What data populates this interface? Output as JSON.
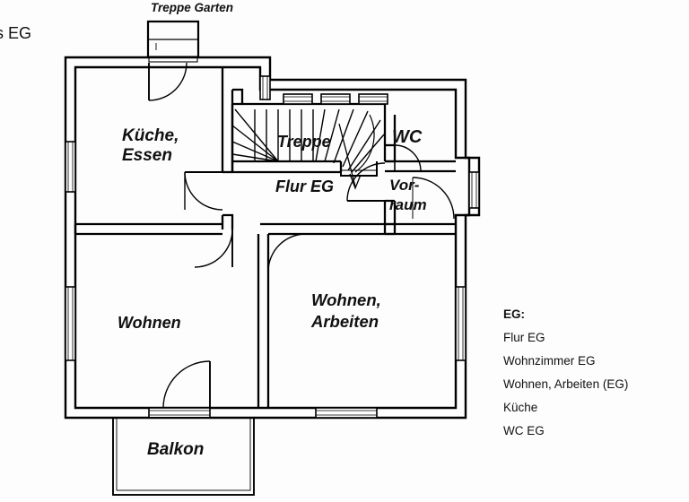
{
  "document": {
    "title": "iss EG",
    "type": "floor-plan",
    "floor": "EG"
  },
  "plan": {
    "exterior_label": "Treppe Garten",
    "rooms": [
      {
        "id": "kueche",
        "label": "Küche,\nEssen"
      },
      {
        "id": "treppe",
        "label": "Treppe"
      },
      {
        "id": "wc",
        "label": "WC"
      },
      {
        "id": "flur",
        "label": "Flur EG"
      },
      {
        "id": "vorraum",
        "label": "Vor-\nraum"
      },
      {
        "id": "wohnen",
        "label": "Wohnen"
      },
      {
        "id": "wohnen_arbeiten",
        "label": "Wohnen,\nArbeiten"
      },
      {
        "id": "balkon",
        "label": "Balkon"
      }
    ]
  },
  "legend": {
    "heading": "EG:",
    "items": [
      "Flur EG",
      "Wohnzimmer EG",
      "Wohnen, Arbeiten (EG)",
      "Küche",
      "WC EG"
    ]
  },
  "colors": {
    "background": "#fdfdfd",
    "wall": "#000000",
    "text": "#111111",
    "thin_line": "#3a3a3a"
  }
}
